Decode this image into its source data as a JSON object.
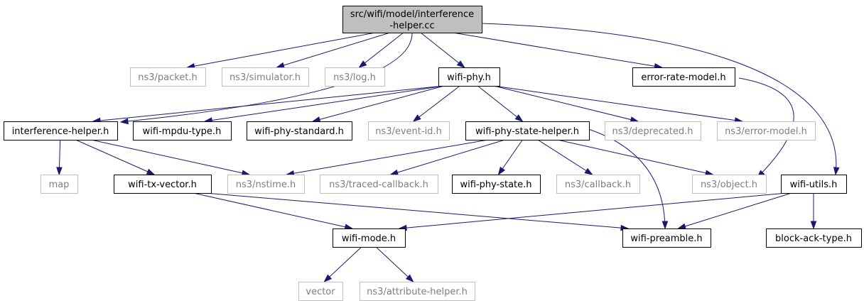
{
  "graph": {
    "colors": {
      "edge": "#191970",
      "root_fill": "#bfbfbf",
      "external_border": "#bfbfbf",
      "external_text": "#7f7f7f"
    },
    "nodes": [
      {
        "id": "root",
        "kind": "root",
        "lines": [
          "src/wifi/model/interference",
          "-helper.cc"
        ]
      },
      {
        "id": "packet",
        "kind": "external",
        "lines": [
          "ns3/packet.h"
        ]
      },
      {
        "id": "simulator",
        "kind": "external",
        "lines": [
          "ns3/simulator.h"
        ]
      },
      {
        "id": "log",
        "kind": "external",
        "lines": [
          "ns3/log.h"
        ]
      },
      {
        "id": "wifiphy",
        "kind": "local",
        "lines": [
          "wifi-phy.h"
        ]
      },
      {
        "id": "errorrate",
        "kind": "local",
        "lines": [
          "error-rate-model.h"
        ]
      },
      {
        "id": "interference",
        "kind": "local",
        "lines": [
          "interference-helper.h"
        ]
      },
      {
        "id": "mpdutype",
        "kind": "local",
        "lines": [
          "wifi-mpdu-type.h"
        ]
      },
      {
        "id": "phystandard",
        "kind": "local",
        "lines": [
          "wifi-phy-standard.h"
        ]
      },
      {
        "id": "eventid",
        "kind": "external",
        "lines": [
          "ns3/event-id.h"
        ]
      },
      {
        "id": "statehelper",
        "kind": "local",
        "lines": [
          "wifi-phy-state-helper.h"
        ]
      },
      {
        "id": "deprecated",
        "kind": "external",
        "lines": [
          "ns3/deprecated.h"
        ]
      },
      {
        "id": "errormodel",
        "kind": "external",
        "lines": [
          "ns3/error-model.h"
        ]
      },
      {
        "id": "map",
        "kind": "external",
        "lines": [
          "map"
        ]
      },
      {
        "id": "txvector",
        "kind": "local",
        "lines": [
          "wifi-tx-vector.h"
        ]
      },
      {
        "id": "nstime",
        "kind": "external",
        "lines": [
          "ns3/nstime.h"
        ]
      },
      {
        "id": "tracedcb",
        "kind": "external",
        "lines": [
          "ns3/traced-callback.h"
        ]
      },
      {
        "id": "physstate",
        "kind": "local",
        "lines": [
          "wifi-phy-state.h"
        ]
      },
      {
        "id": "callback",
        "kind": "external",
        "lines": [
          "ns3/callback.h"
        ]
      },
      {
        "id": "object",
        "kind": "external",
        "lines": [
          "ns3/object.h"
        ]
      },
      {
        "id": "utils",
        "kind": "local",
        "lines": [
          "wifi-utils.h"
        ]
      },
      {
        "id": "mode",
        "kind": "local",
        "lines": [
          "wifi-mode.h"
        ]
      },
      {
        "id": "preamble",
        "kind": "local",
        "lines": [
          "wifi-preamble.h"
        ]
      },
      {
        "id": "blockack",
        "kind": "local",
        "lines": [
          "block-ack-type.h"
        ]
      },
      {
        "id": "vector",
        "kind": "external",
        "lines": [
          "vector"
        ]
      },
      {
        "id": "attrhelper",
        "kind": "external",
        "lines": [
          "ns3/attribute-helper.h"
        ]
      }
    ],
    "edges": [
      [
        "root",
        "packet"
      ],
      [
        "root",
        "simulator"
      ],
      [
        "root",
        "log"
      ],
      [
        "root",
        "wifiphy"
      ],
      [
        "root",
        "errorrate"
      ],
      [
        "root",
        "interference"
      ],
      [
        "root",
        "utils"
      ],
      [
        "wifiphy",
        "interference"
      ],
      [
        "wifiphy",
        "mpdutype"
      ],
      [
        "wifiphy",
        "phystandard"
      ],
      [
        "wifiphy",
        "eventid"
      ],
      [
        "wifiphy",
        "statehelper"
      ],
      [
        "wifiphy",
        "deprecated"
      ],
      [
        "wifiphy",
        "errormodel"
      ],
      [
        "errorrate",
        "object"
      ],
      [
        "interference",
        "map"
      ],
      [
        "interference",
        "txvector"
      ],
      [
        "interference",
        "nstime"
      ],
      [
        "statehelper",
        "nstime"
      ],
      [
        "statehelper",
        "tracedcb"
      ],
      [
        "statehelper",
        "physstate"
      ],
      [
        "statehelper",
        "callback"
      ],
      [
        "statehelper",
        "object"
      ],
      [
        "statehelper",
        "preamble"
      ],
      [
        "txvector",
        "mode"
      ],
      [
        "txvector",
        "preamble"
      ],
      [
        "utils",
        "mode"
      ],
      [
        "utils",
        "preamble"
      ],
      [
        "utils",
        "blockack"
      ],
      [
        "mode",
        "vector"
      ],
      [
        "mode",
        "attrhelper"
      ]
    ]
  }
}
